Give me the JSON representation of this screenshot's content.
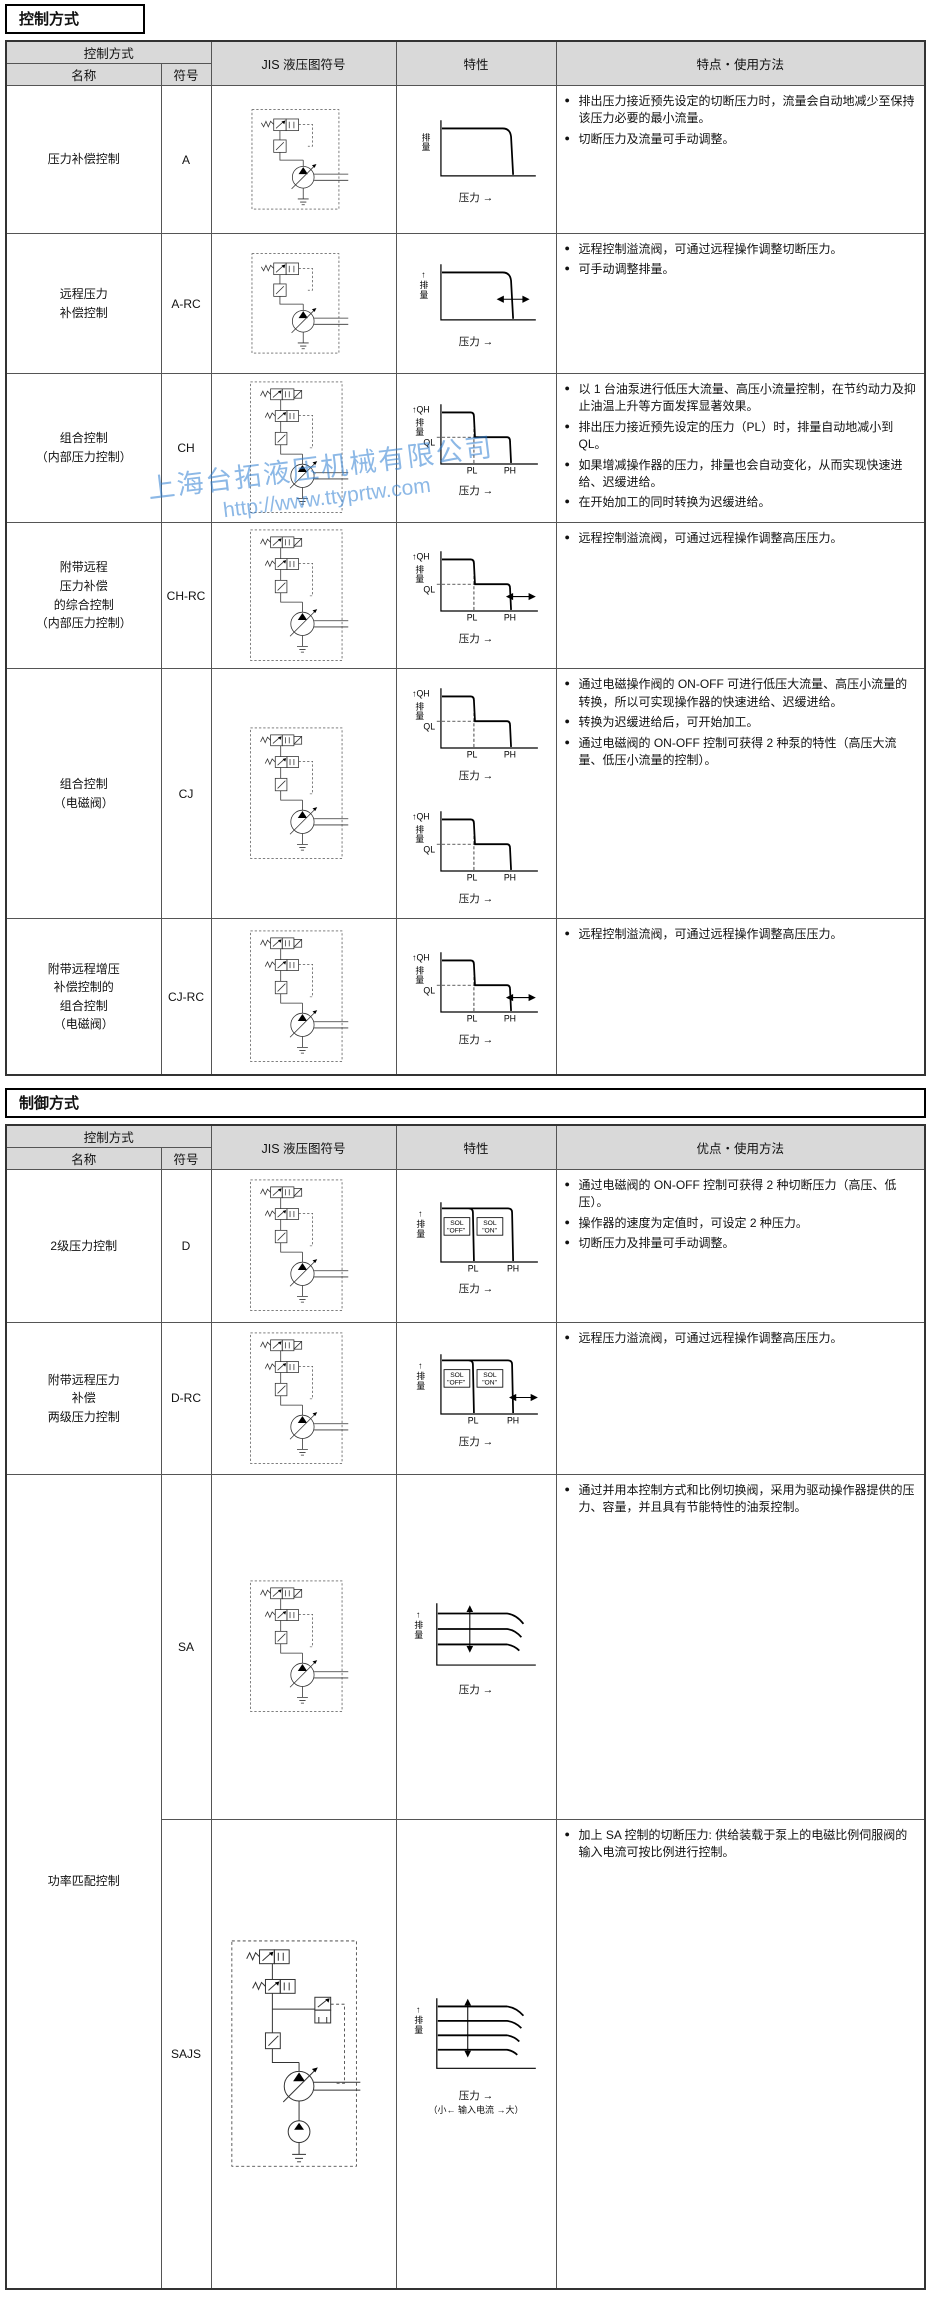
{
  "watermark": {
    "line1": "上海台拓液压机械有限公司",
    "line2": "http://www.ttyprtw.com"
  },
  "charts": {
    "flow": "排量",
    "flow_up": "↑排量",
    "pressure": "压力 →",
    "up_qh": "↑QH",
    "ql": "QL",
    "pl": "PL",
    "ph": "PH",
    "sol": "SOL",
    "off": "\"OFF\"",
    "on": "\"ON\"",
    "current": "（小← 输入电流 →大）"
  },
  "sections": [
    {
      "title": "控制方式",
      "header": {
        "group": "控制方式",
        "name": "名称",
        "symbol": "符号",
        "jis": "JIS 液压图符号",
        "characteristic": "特性",
        "features": "特点・使用方法"
      },
      "rows": [
        {
          "name": "压力补偿控制",
          "symbol": "A",
          "bullets": [
            "排出压力接近预先设定的切断压力时，流量会自动地减少至保持该压力必要的最小流量。",
            "切断压力及流量可手动调整。"
          ]
        },
        {
          "name": "远程压力\n补偿控制",
          "symbol": "A-RC",
          "bullets": [
            "远程控制溢流阀，可通过远程操作调整切断压力。",
            "可手动调整排量。"
          ]
        },
        {
          "name": "组合控制\n（内部压力控制）",
          "symbol": "CH",
          "bullets": [
            "以 1 台油泵进行低压大流量、高压小流量控制，在节约动力及抑止油温上升等方面发挥显著效果。",
            "排出压力接近预先设定的压力（PL）时，排量自动地减小到 QL。",
            "如果增减操作器的压力，排量也会自动变化，从而实现快速进给、迟缓进给。",
            "在开始加工的同时转换为迟缓进给。"
          ]
        },
        {
          "name": "附带远程\n压力补偿\n的综合控制\n（内部压力控制）",
          "symbol": "CH-RC",
          "bullets": [
            "远程控制溢流阀，可通过远程操作调整高压压力。"
          ]
        },
        {
          "name": "组合控制\n（电磁阀）",
          "symbol": "CJ",
          "bullets": [
            "通过电磁操作阀的 ON-OFF 可进行低压大流量、高压小流量的转换，所以可实现操作器的快速进给、迟缓进给。",
            "转换为迟缓进给后，可开始加工。",
            "通过电磁阀的 ON-OFF 控制可获得 2 种泵的特性（高压大流量、低压小流量的控制）。"
          ]
        },
        {
          "name": "附带远程增压\n补偿控制的\n组合控制\n（电磁阀）",
          "symbol": "CJ-RC",
          "bullets": [
            "远程控制溢流阀，可通过远程操作调整高压压力。"
          ]
        }
      ]
    },
    {
      "title": "制御方式",
      "header": {
        "group": "控制方式",
        "name": "名称",
        "symbol": "符号",
        "jis": "JIS 液压图符号",
        "characteristic": "特性",
        "features": "优点・使用方法"
      },
      "rows": [
        {
          "name": "2级压力控制",
          "symbol": "D",
          "bullets": [
            "通过电磁阀的 ON-OFF 控制可获得 2 种切断压力（高压、低压）。",
            "操作器的速度为定值时，可设定 2 种压力。",
            "切断压力及排量可手动调整。"
          ]
        },
        {
          "name": "附带远程压力\n补偿\n两级压力控制",
          "symbol": "D-RC",
          "bullets": [
            "远程压力溢流阀，可通过远程操作调整高压压力。"
          ]
        },
        {
          "name": "功率匹配控制",
          "symbol": "SA",
          "bullets": [
            "通过并用本控制方式和比例切换阀，采用为驱动操作器提供的压力、容量，并且具有节能特性的油泵控制。"
          ]
        },
        {
          "symbol": "SAJS",
          "bullets": [
            "加上 SA 控制的切断压力: 供给装载于泵上的电磁比例伺服阀的输入电流可按比例进行控制。"
          ]
        }
      ]
    }
  ]
}
